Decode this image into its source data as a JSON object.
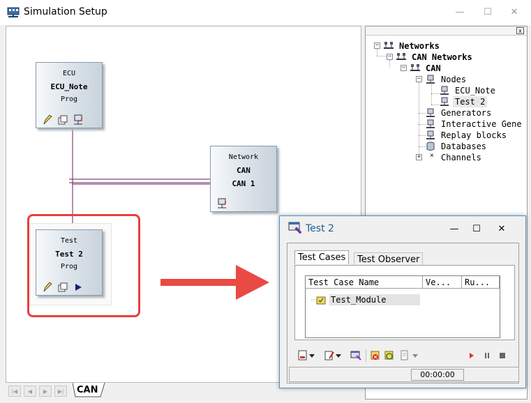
{
  "window": {
    "title": "Simulation Setup",
    "minimize": "—",
    "maximize": "☐",
    "close": "✕"
  },
  "blocks": [
    {
      "id": "ecu",
      "line1": "ECU",
      "line2": "ECU_Note",
      "line3": "Prog"
    },
    {
      "id": "network",
      "line1": "Network",
      "line2": "CAN",
      "line3": "CAN 1"
    },
    {
      "id": "test",
      "line1": "Test",
      "line2": "Test 2",
      "line3": "Prog"
    }
  ],
  "bottom_tabs": {
    "active": "CAN",
    "nav": [
      "|◀",
      "◀",
      "▶",
      "▶|"
    ]
  },
  "tree": {
    "close": "x",
    "items": [
      {
        "label": "Networks",
        "bold": true,
        "expander": "−"
      },
      {
        "label": "CAN Networks",
        "bold": true,
        "expander": "−"
      },
      {
        "label": "CAN",
        "bold": true,
        "expander": "−"
      },
      {
        "label": "Nodes",
        "bold": false,
        "expander": "−"
      },
      {
        "label": "ECU_Note",
        "bold": false
      },
      {
        "label": "Test 2",
        "bold": false
      },
      {
        "label": "Generators",
        "bold": false
      },
      {
        "label": "Interactive Gene",
        "bold": false
      },
      {
        "label": "Replay blocks",
        "bold": false
      },
      {
        "label": "Databases",
        "bold": false
      },
      {
        "label": "Channels",
        "bold": false,
        "expander": "+"
      }
    ]
  },
  "dialog": {
    "title": "Test 2",
    "minimize": "—",
    "maximize": "☐",
    "close": "✕",
    "tabs": [
      "Test Cases",
      "Test Observer"
    ],
    "columns": [
      "Test Case Name",
      "Ve...",
      "Ru..."
    ],
    "rows": [
      "Test_Module"
    ],
    "time": "00:00:00"
  },
  "colors": {
    "highlight": "#e64040",
    "connector": "#6a1f5a",
    "dialog_title": "#1e5a96"
  }
}
